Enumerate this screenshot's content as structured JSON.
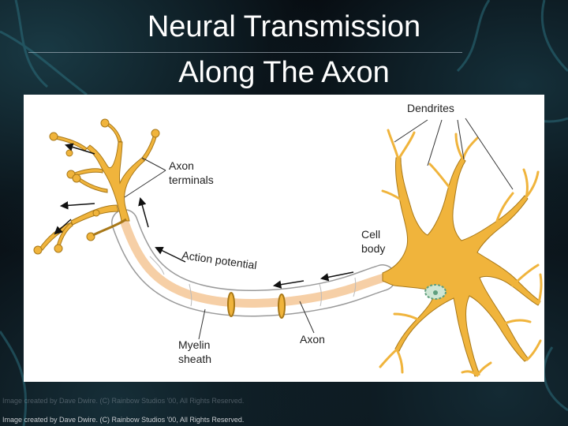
{
  "slide": {
    "title_line1": "Neural Transmission",
    "title_line2": "Along The Axon"
  },
  "diagram": {
    "labels": {
      "dendrites": "Dendrites",
      "axon_terminals_1": "Axon",
      "axon_terminals_2": "terminals",
      "cell_body_1": "Cell",
      "cell_body_2": "body",
      "action_potential": "Action potential",
      "axon": "Axon",
      "myelin_1": "Myelin",
      "myelin_2": "sheath"
    },
    "colors": {
      "neuron": "#f0b43c",
      "neuron_outline": "#a87818",
      "axon_core": "#f6cfa6",
      "myelin": "#ffffff",
      "nucleus": "#7fbf9e"
    }
  },
  "credit": {
    "text": "Image created by Dave Dwire. (C) Rainbow Studios '00, All Rights Reserved."
  }
}
